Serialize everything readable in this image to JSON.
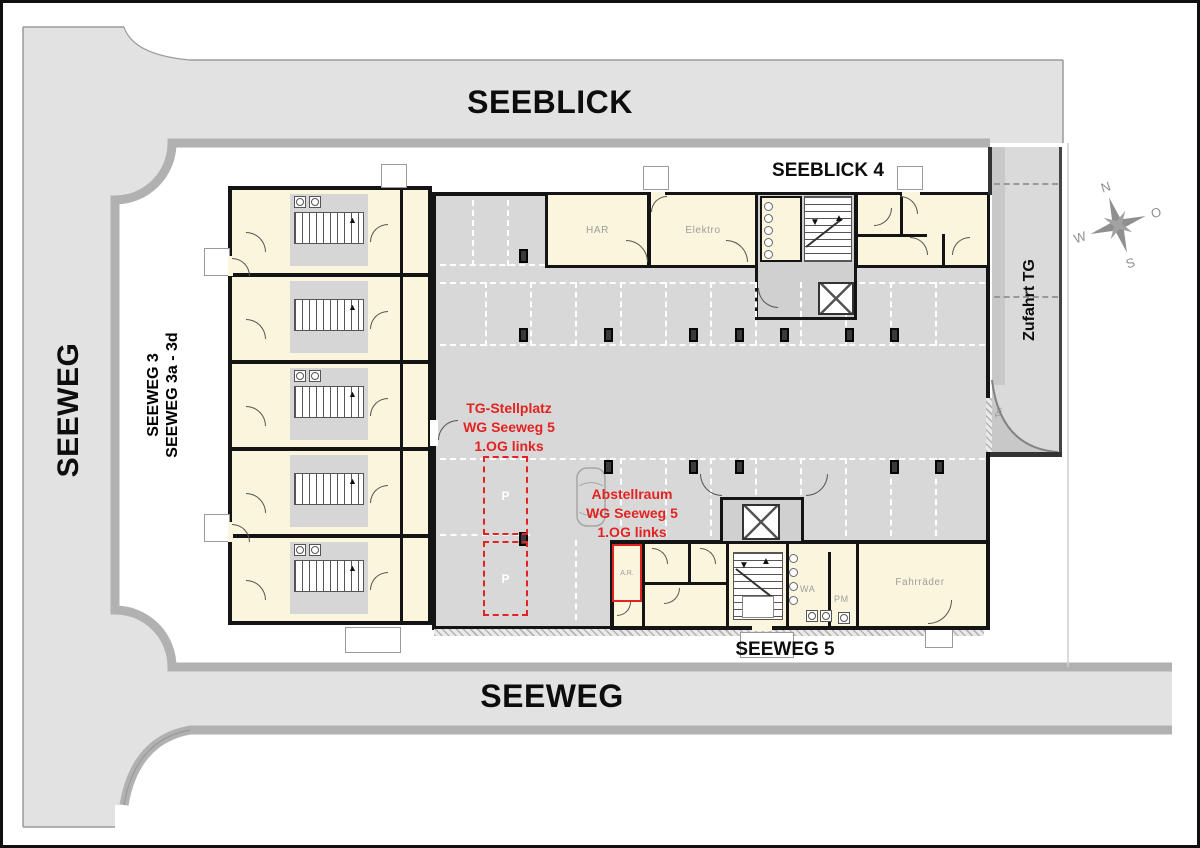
{
  "streets": {
    "top": "SEEBLICK",
    "left": "SEEWEG",
    "bottom": "SEEWEG"
  },
  "buildings": {
    "left_line1": "SEEWEG 3",
    "left_line2": "SEEWEG 3a - 3d",
    "top_right": "SEEBLICK 4",
    "bottom": "SEEWEG 5"
  },
  "ramp": {
    "label": "Zufahrt TG",
    "door": "Tor"
  },
  "rooms": {
    "har": "HAR",
    "elektro": "Elektro",
    "fahrraeder": "Fahrräder",
    "wa": "WA",
    "pm": "PM",
    "ar": "A.R."
  },
  "annotations": {
    "stellplatz": {
      "l1": "TG-Stellplatz",
      "l2": "WG Seeweg 5",
      "l3": "1.OG links"
    },
    "abstellraum": {
      "l1": "Abstellraum",
      "l2": "WG Seeweg 5",
      "l3": "1.OG links"
    }
  },
  "parking": {
    "stall_label": "P"
  },
  "compass": {
    "n": "N",
    "e": "O",
    "s": "S",
    "w": "W"
  },
  "icons": {
    "up_arrow": "▲",
    "down_arrow": "▼"
  },
  "colors": {
    "street": "#e2e2e2",
    "curb": "#b1b1b1",
    "garage_floor": "#d8d8d8",
    "room_fill": "#faf5dc",
    "wall": "#141414",
    "highlight_red": "#e32222",
    "marking_white": "#ffffff"
  }
}
